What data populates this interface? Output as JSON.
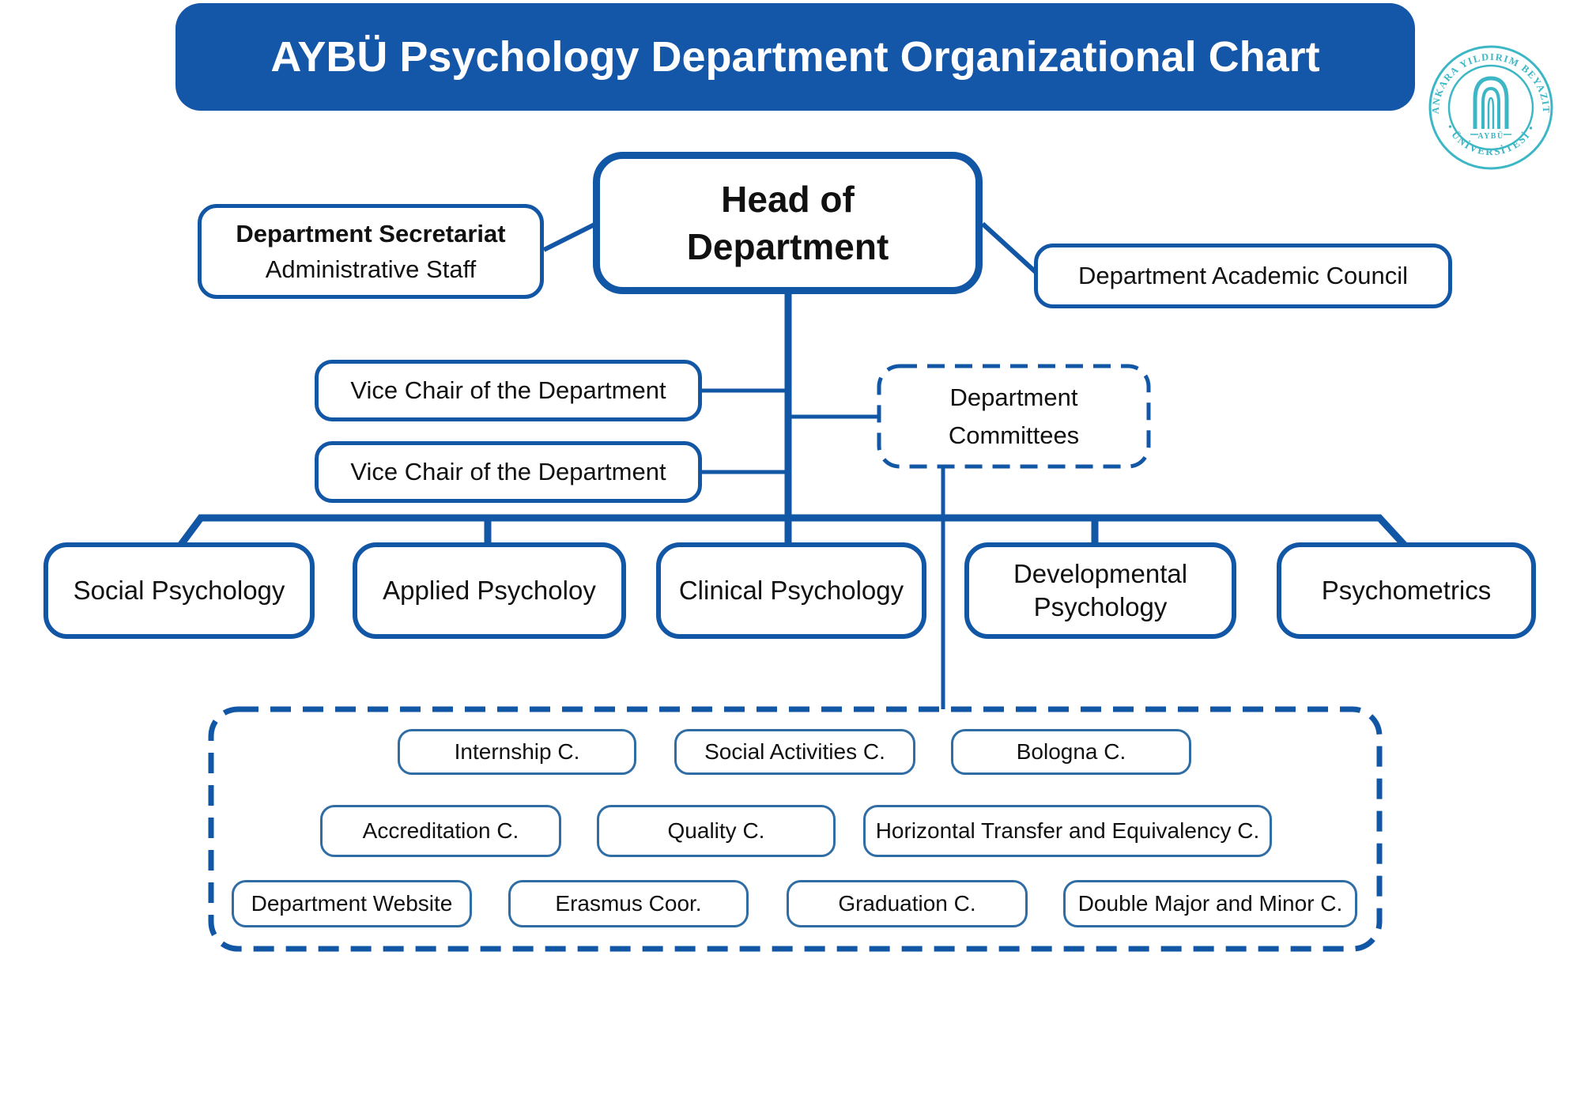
{
  "title": "AYBÜ Psychology Department Organizational Chart",
  "colors": {
    "primary_blue": "#1257A5",
    "banner_blue": "#1456A8",
    "committee_border_blue": "#2F6DA4",
    "logo_teal": "#3DB7C6",
    "text_black": "#111111"
  },
  "logo": {
    "arc_top": "ANKARA YILDIRIM BEYAZIT",
    "arc_bottom": "• ÜNİVERSİTESİ •",
    "center": "AYBÜ"
  },
  "head": {
    "line1": "Head of",
    "line2": "Department"
  },
  "secretariat": {
    "title": "Department Secretariat",
    "subtitle": "Administrative Staff"
  },
  "academic_council": {
    "label": "Department Academic Council"
  },
  "vice_chairs": [
    {
      "label": "Vice Chair of the Department"
    },
    {
      "label": "Vice Chair of the Department"
    }
  ],
  "committees_box": {
    "line1": "Department",
    "line2": "Committees"
  },
  "departments": [
    {
      "label": "Social Psychology"
    },
    {
      "label": "Applied Psycholoy"
    },
    {
      "label": "Clinical Psychology"
    },
    {
      "label": "Developmental Psychology"
    },
    {
      "label": "Psychometrics"
    }
  ],
  "committees": {
    "rows": [
      {
        "items": [
          {
            "label": "Internship C."
          },
          {
            "label": "Social Activities C."
          },
          {
            "label": "Bologna C."
          }
        ]
      },
      {
        "items": [
          {
            "label": "Accreditation C."
          },
          {
            "label": "Quality C."
          },
          {
            "label": "Horizontal Transfer and Equivalency C."
          }
        ]
      },
      {
        "items": [
          {
            "label": "Department Website"
          },
          {
            "label": "Erasmus Coor."
          },
          {
            "label": "Graduation C."
          },
          {
            "label": "Double Major and Minor C."
          }
        ]
      }
    ]
  }
}
